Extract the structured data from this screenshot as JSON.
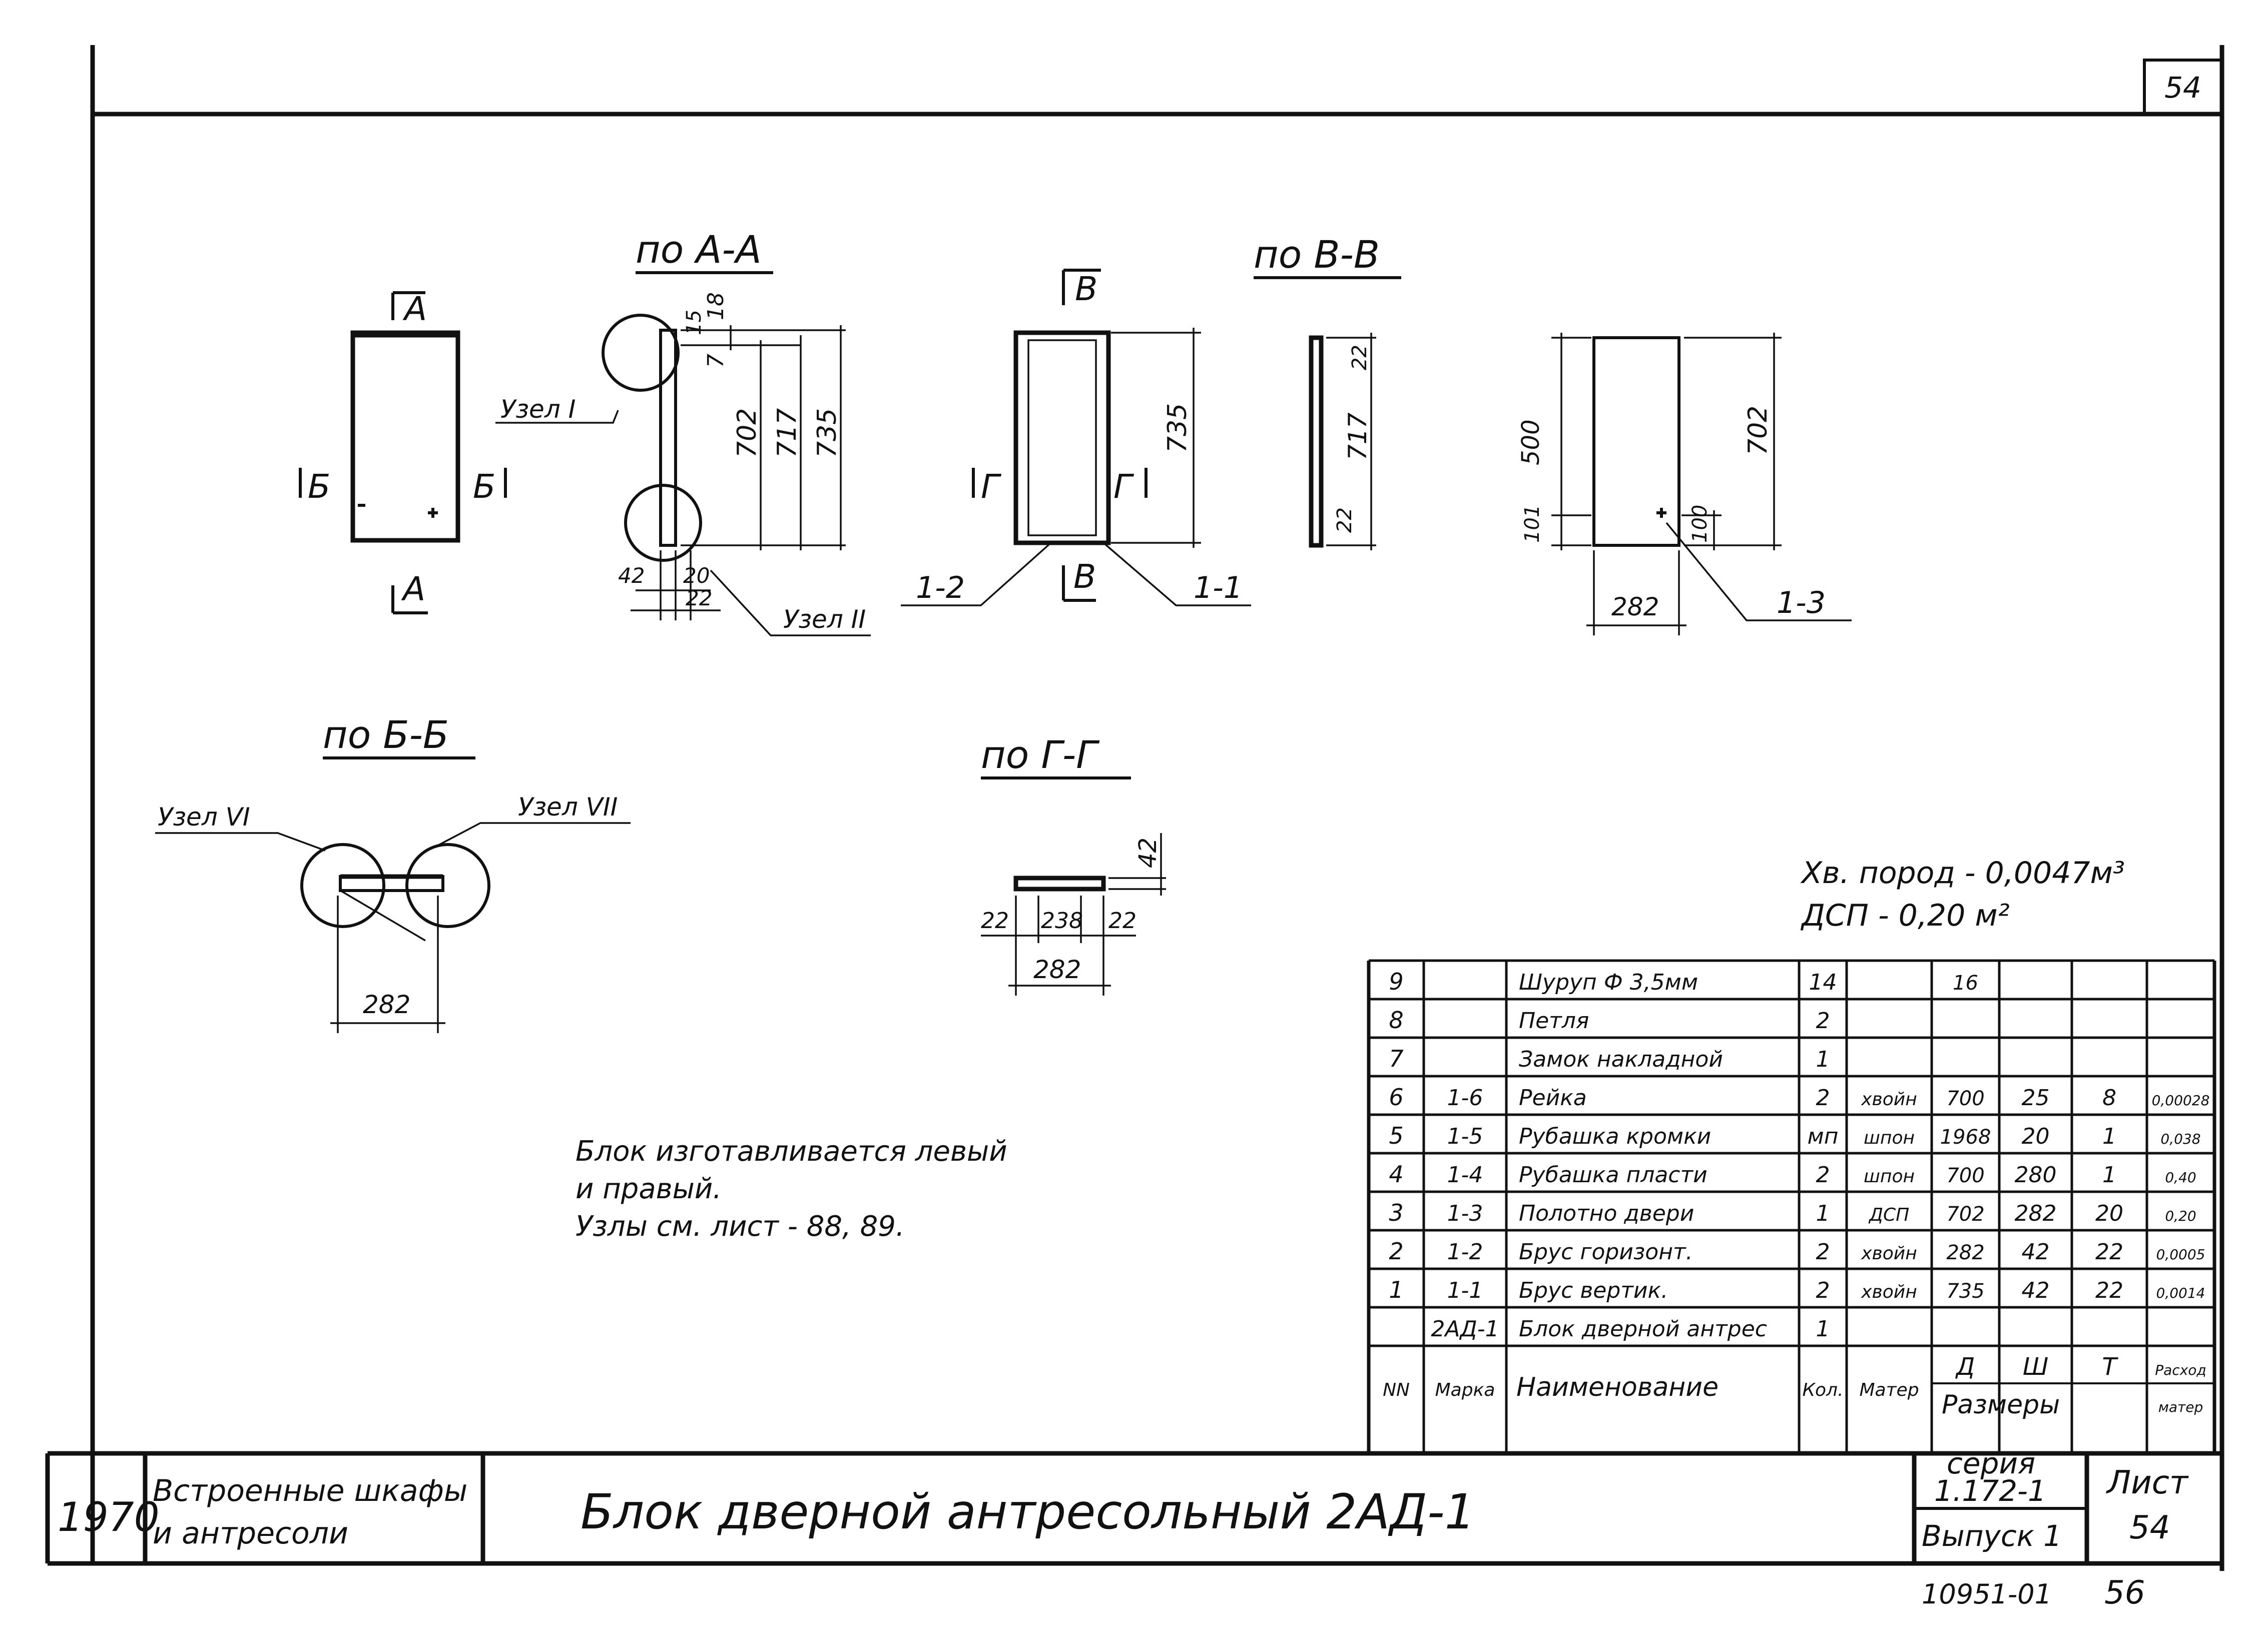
{
  "sheet_no_top": "54",
  "views": {
    "elevation": {
      "cut_a": "А",
      "cut_b": "Б"
    },
    "section_aa": {
      "title": "по А-А",
      "dims": [
        "18",
        "15",
        "7",
        "702",
        "717",
        "735",
        "42",
        "20",
        "22"
      ],
      "node_1": "Узел I",
      "node_2": "Узел II"
    },
    "frame": {
      "cut_v": "В",
      "cut_g": "Г",
      "dim_735": "735",
      "mark_left": "1-2",
      "mark_right": "1-1"
    },
    "section_vv": {
      "title": "по В-В",
      "dims": [
        "22",
        "717",
        "22"
      ]
    },
    "panel": {
      "dims": [
        "500",
        "101",
        "100",
        "702",
        "282"
      ],
      "mark": "1-3"
    },
    "section_bb": {
      "title": "по Б-Б",
      "node_6": "Узел VI",
      "node_7": "Узел VII",
      "dim_282": "282"
    },
    "section_gg": {
      "title": "по Г-Г",
      "dims": [
        "42",
        "22",
        "238",
        "22",
        "282"
      ]
    }
  },
  "materials_note": [
    "Хв. пород - 0,0047м³",
    "ДСП - 0,20 м²"
  ],
  "note_lines": [
    "Блок изготавливается левый",
    "и правый.",
    "Узлы см. лист - 88, 89."
  ],
  "spec_table": {
    "header_row1": [
      "NN",
      "Марка",
      "Наименование",
      "Кол.",
      "Матер",
      "Д",
      "Ш",
      "Т",
      "Расход"
    ],
    "header_row2": [
      "Размеры",
      "матер"
    ],
    "rows": [
      [
        "9",
        "",
        "Шуруп Ф 3,5мм",
        "14",
        "",
        "16",
        "",
        "",
        ""
      ],
      [
        "8",
        "",
        "Петля",
        "2",
        "",
        "",
        "",
        "",
        ""
      ],
      [
        "7",
        "",
        "Замок накладной",
        "1",
        "",
        "",
        "",
        "",
        ""
      ],
      [
        "6",
        "1-6",
        "Рейка",
        "2",
        "хвойн",
        "700",
        "25",
        "8",
        "0,00028"
      ],
      [
        "5",
        "1-5",
        "Рубашка кромки",
        "мп",
        "шпон",
        "1968",
        "20",
        "1",
        "0,038"
      ],
      [
        "4",
        "1-4",
        "Рубашка пласти",
        "2",
        "шпон",
        "700",
        "280",
        "1",
        "0,40"
      ],
      [
        "3",
        "1-3",
        "Полотно двери",
        "1",
        "ДСП",
        "702",
        "282",
        "20",
        "0,20"
      ],
      [
        "2",
        "1-2",
        "Брус горизонт.",
        "2",
        "хвойн",
        "282",
        "42",
        "22",
        "0,0005"
      ],
      [
        "1",
        "1-1",
        "Брус вертик.",
        "2",
        "хвойн",
        "735",
        "42",
        "22",
        "0,0014"
      ],
      [
        "",
        "2АД-1",
        "Блок дверной антрес",
        "1",
        "",
        "",
        "",
        "",
        ""
      ]
    ]
  },
  "title_block": {
    "year": "1970",
    "project_lines": [
      "Встроенные шкафы",
      "и антресоли"
    ],
    "title": "Блок дверной антресольный 2АД-1",
    "series_label": "серия",
    "series_no": "1.172-1",
    "issue": "Выпуск 1",
    "sheet_label": "Лист",
    "sheet_no": "54",
    "code": "10951-01",
    "page": "56"
  }
}
